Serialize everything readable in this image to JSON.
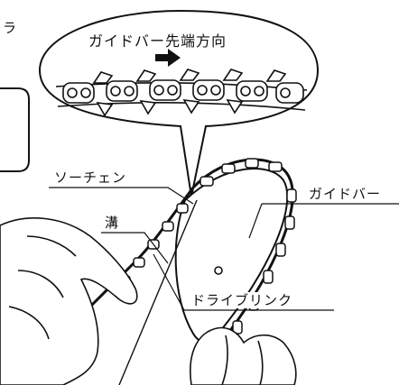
{
  "corner_text": "ラ",
  "callout_title": "ガイドバー先端方向",
  "labels": {
    "saw_chain": "ソーチェン",
    "groove": "溝",
    "guide_bar": "ガイドバー",
    "drive_link": "ドライブリンク"
  },
  "icons": {
    "direction_arrow": "right-arrow-icon"
  }
}
